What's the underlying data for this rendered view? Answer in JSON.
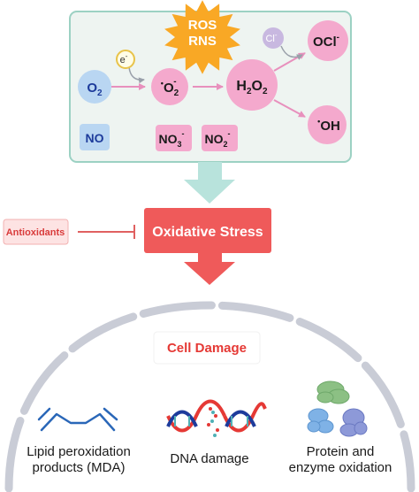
{
  "diagram": {
    "ros_rns_badge": [
      "ROS",
      "RNS"
    ],
    "species": {
      "o2": {
        "base": "O",
        "sub": "2"
      },
      "electron": {
        "base": "e",
        "sup": "-"
      },
      "superoxide": {
        "pre": "•",
        "base": "O",
        "sub": "2",
        "sup": "-"
      },
      "h2o2": {
        "parts": [
          "H",
          "2",
          "O",
          "2"
        ]
      },
      "chloride": {
        "base": "Cl",
        "sup": "-"
      },
      "hypochlorite": {
        "base": "OCl",
        "sup": "-"
      },
      "hydroxyl": {
        "pre": "•",
        "base": "OH"
      },
      "no": "NO",
      "nitrate": {
        "base": "NO",
        "sub": "3",
        "sup": "-"
      },
      "nitrite": {
        "base": "NO",
        "sub": "2",
        "sup": "-"
      }
    },
    "antioxidants_label": "Antioxidants",
    "oxidative_stress_label": "Oxidative Stress",
    "cell_damage_label": "Cell Damage",
    "damage_items": [
      {
        "icon": "lipid-molecule-icon",
        "lines": [
          "Lipid peroxidation",
          "products (MDA)"
        ]
      },
      {
        "icon": "dna-helix-icon",
        "lines": [
          "DNA damage"
        ]
      },
      {
        "icon": "protein-structures-icon",
        "lines": [
          "Protein and",
          "enzyme oxidation"
        ]
      }
    ],
    "colors": {
      "panel_bg": "#eef4f1",
      "panel_border": "#9cd1c3",
      "pink_circle": "#f4a9cd",
      "o2_circle": "#b9d6f2",
      "burst": "#f9a825",
      "stress_box": "#ef5a5a",
      "antioxidant_box": "#fde3e3",
      "inhibit_line": "#e06060",
      "cell_damage_text": "#e53935",
      "arc_dash": "#c9ccd6"
    }
  }
}
